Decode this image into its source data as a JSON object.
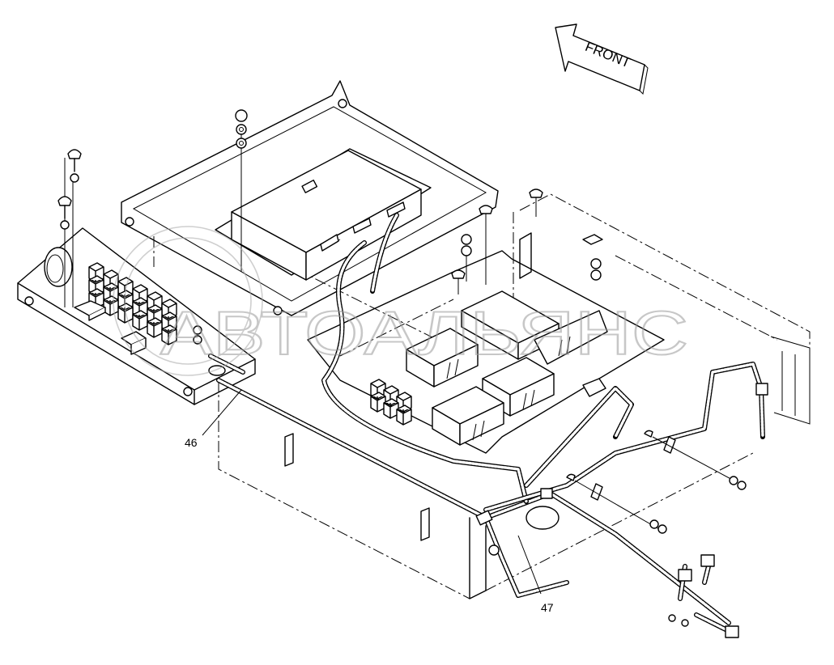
{
  "diagram": {
    "direction_arrow": {
      "label": "FRONT"
    },
    "callouts": [
      {
        "id": "46",
        "label": "46"
      },
      {
        "id": "47",
        "label": "47"
      }
    ],
    "watermark": {
      "text": "АВТОАЛЬЯНС"
    }
  }
}
